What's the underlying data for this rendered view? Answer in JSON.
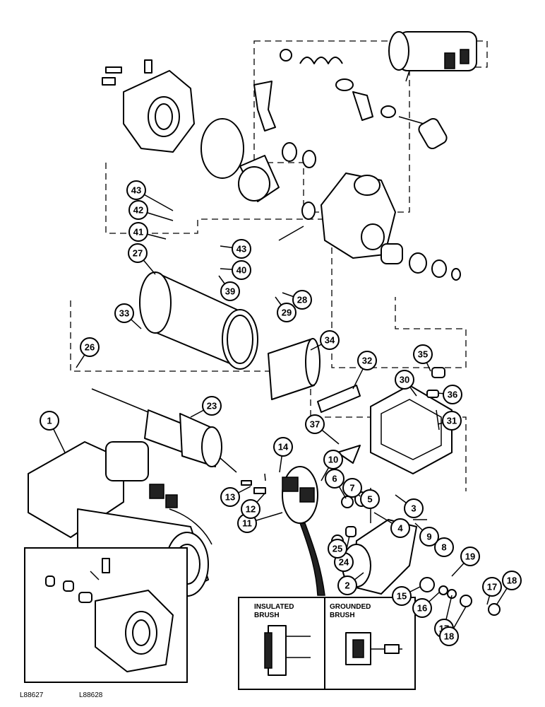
{
  "callouts": [
    {
      "n": "1"
    },
    {
      "n": "2"
    },
    {
      "n": "3"
    },
    {
      "n": "4"
    },
    {
      "n": "5"
    },
    {
      "n": "6"
    },
    {
      "n": "7"
    },
    {
      "n": "8"
    },
    {
      "n": "9"
    },
    {
      "n": "10"
    },
    {
      "n": "11"
    },
    {
      "n": "12"
    },
    {
      "n": "13"
    },
    {
      "n": "14"
    },
    {
      "n": "15"
    },
    {
      "n": "16"
    },
    {
      "n": "17"
    },
    {
      "n": "17"
    },
    {
      "n": "18"
    },
    {
      "n": "18"
    },
    {
      "n": "19"
    },
    {
      "n": "23"
    },
    {
      "n": "24"
    },
    {
      "n": "25"
    },
    {
      "n": "26"
    },
    {
      "n": "27"
    },
    {
      "n": "28"
    },
    {
      "n": "29"
    },
    {
      "n": "30"
    },
    {
      "n": "31"
    },
    {
      "n": "32"
    },
    {
      "n": "33"
    },
    {
      "n": "34"
    },
    {
      "n": "35"
    },
    {
      "n": "36"
    },
    {
      "n": "37"
    },
    {
      "n": "39"
    },
    {
      "n": "40"
    },
    {
      "n": "41"
    },
    {
      "n": "42"
    },
    {
      "n": "43"
    },
    {
      "n": "43"
    }
  ],
  "insets": {
    "insulated_line1": "INSULATED",
    "insulated_line2": "BRUSH",
    "grounded_line1": "GROUNDED",
    "grounded_line2": "BRUSH"
  },
  "refs": {
    "left": "L88627",
    "right": "L88628"
  }
}
